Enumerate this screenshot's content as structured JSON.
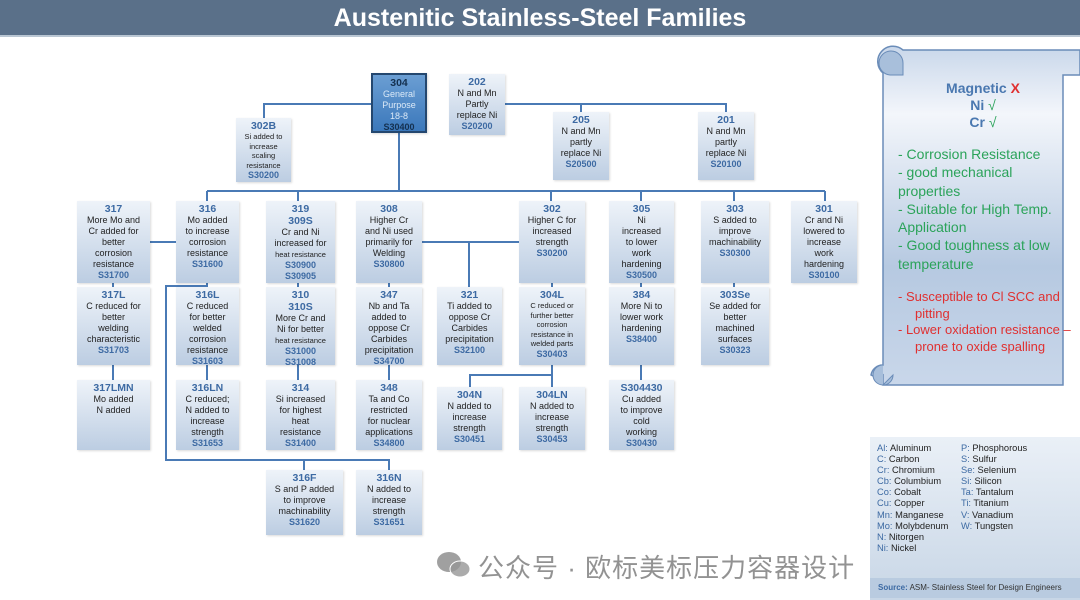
{
  "title": "Austenitic Stainless-Steel Families",
  "boxes": {
    "b304": {
      "codes": [
        "304"
      ],
      "desc": "General\nPurpose\n18-8",
      "uns": [
        "S30400"
      ]
    },
    "b202": {
      "codes": [
        "202"
      ],
      "desc": "N and Mn\nPartly\nreplace Ni",
      "uns": [
        "S20200"
      ]
    },
    "b302B": {
      "codes": [
        "302B"
      ],
      "desc": "Si added to\nincrease\nscaling\nresistance",
      "uns": [
        "S30200"
      ]
    },
    "b205": {
      "codes": [
        "205"
      ],
      "desc": "N and Mn\npartly\nreplace Ni",
      "uns": [
        "S20500"
      ]
    },
    "b201": {
      "codes": [
        "201"
      ],
      "desc": "N and Mn\npartly\nreplace Ni",
      "uns": [
        "S20100"
      ]
    },
    "b317": {
      "codes": [
        "317"
      ],
      "desc": "More Mo and\nCr added for\nbetter\ncorrosion\nresistance",
      "uns": [
        "S31700"
      ]
    },
    "b316": {
      "codes": [
        "316"
      ],
      "desc": "Mo added\nto increase\ncorrosion\nresistance",
      "uns": [
        "S31600"
      ]
    },
    "b319": {
      "codes": [
        "319",
        "309S"
      ],
      "desc": "Cr and Ni\nincreased for\nheat resistance",
      "uns": [
        "S30900",
        "S30905"
      ]
    },
    "b308": {
      "codes": [
        "308"
      ],
      "desc": "Higher Cr\nand Ni used\nprimarily for\nWelding",
      "uns": [
        "S30800"
      ]
    },
    "b302": {
      "codes": [
        "302"
      ],
      "desc": "Higher C for\nincreased\nstrength\n ",
      "uns": [
        "S30200"
      ]
    },
    "b305": {
      "codes": [
        "305"
      ],
      "desc": "Ni\nincreased\nto lower\nwork\nhardening",
      "uns": [
        "S30500"
      ]
    },
    "b303": {
      "codes": [
        "303"
      ],
      "desc": "S added to\nimprove\nmachinability",
      "uns": [
        "S30300"
      ]
    },
    "b301": {
      "codes": [
        "301"
      ],
      "desc": "Cr and Ni\nlowered to\nincrease\nwork\nhardening",
      "uns": [
        "S30100"
      ]
    },
    "b317L": {
      "codes": [
        "317L"
      ],
      "desc": "C reduced for\nbetter\nwelding\ncharacteristic",
      "uns": [
        "S31703"
      ]
    },
    "b316L": {
      "codes": [
        "316L"
      ],
      "desc": "C reduced\nfor better\nwelded\ncorrosion\nresistance",
      "uns": [
        "S31603"
      ]
    },
    "b310": {
      "codes": [
        "310",
        "310S"
      ],
      "desc": "More Cr and\nNi for better\nheat resistance",
      "uns": [
        "S31000",
        "S31008"
      ]
    },
    "b347": {
      "codes": [
        "347"
      ],
      "desc": "Nb and Ta\nadded to\noppose Cr\nCarbides\nprecipitation",
      "uns": [
        "S34700"
      ]
    },
    "b321": {
      "codes": [
        "321"
      ],
      "desc": "Ti added to\noppose Cr\nCarbides\nprecipitation",
      "uns": [
        "S32100"
      ]
    },
    "b304L": {
      "codes": [
        "304L"
      ],
      "desc": "C reduced or\nfurther better\ncorrosion\nresistance in\nwelded parts",
      "uns": [
        "S30403"
      ]
    },
    "b384": {
      "codes": [
        "384"
      ],
      "desc": "More Ni to\nlower work\nhardening",
      "uns": [
        "S38400"
      ]
    },
    "b303Se": {
      "codes": [
        "303Se"
      ],
      "desc": "Se added for\nbetter\nmachined\nsurfaces",
      "uns": [
        "S30323"
      ]
    },
    "b317LMN": {
      "codes": [
        "317LMN"
      ],
      "desc": "Mo added\nN added",
      "uns": []
    },
    "b316LN": {
      "codes": [
        "316LN"
      ],
      "desc": "C reduced;\nN added to\nincrease\nstrength",
      "uns": [
        "S31653"
      ]
    },
    "b314": {
      "codes": [
        "314"
      ],
      "desc": "Si increased\nfor highest\nheat\nresistance",
      "uns": [
        "S31400"
      ]
    },
    "b348": {
      "codes": [
        "348"
      ],
      "desc": "Ta and Co\nrestricted\nfor nuclear\napplications",
      "uns": [
        "S34800"
      ]
    },
    "b304N": {
      "codes": [
        "304N"
      ],
      "desc": "N added to\nincrease\nstrength",
      "uns": [
        "S30451"
      ]
    },
    "b304LN": {
      "codes": [
        "304LN"
      ],
      "desc": "N added to\nincrease\nstrength",
      "uns": [
        "S30453"
      ]
    },
    "bS304430": {
      "codes": [
        "S304430"
      ],
      "desc": "Cu added\nto improve\ncold\nworking",
      "uns": [
        "S30430"
      ]
    },
    "b316F": {
      "codes": [
        "316F"
      ],
      "desc": "S and P added\nto improve\nmachinability",
      "uns": [
        "S31620"
      ]
    },
    "b316N": {
      "codes": [
        "316N"
      ],
      "desc": "N added to\nincrease\nstrength",
      "uns": [
        "S31651"
      ]
    }
  },
  "properties": {
    "magnetic_label": "Magnetic",
    "magnetic_mark": "X",
    "ni_label": "Ni",
    "ni_mark": "√",
    "cr_label": "Cr",
    "cr_mark": "√",
    "pros": [
      "- Corrosion Resistance",
      "- good mechanical properties",
      "- Suitable for High Temp. Application",
      "- Good toughness at low temperature"
    ],
    "cons": [
      "-    Susceptible to Cl SCC and pitting",
      "-    Lower oxidation resistance – prone to oxide spalling"
    ],
    "colors": {
      "pros": "#2ba35a",
      "cons": "#e03030",
      "header": "#4a78b0"
    }
  },
  "legend": {
    "left": [
      [
        "Al",
        "Aluminum"
      ],
      [
        "C",
        "Carbon"
      ],
      [
        "Cr",
        "Chromium"
      ],
      [
        "Cb",
        "Columbium"
      ],
      [
        "Co",
        "Cobalt"
      ],
      [
        "Cu",
        "Copper"
      ],
      [
        "Mn",
        "Manganese"
      ],
      [
        "Mo",
        "Molybdenum"
      ],
      [
        "N",
        "Nitorgen"
      ],
      [
        "Ni",
        "Nickel"
      ]
    ],
    "right": [
      [
        "P",
        "Phosphorous"
      ],
      [
        "S",
        "Sulfur"
      ],
      [
        "Se",
        "Selenium"
      ],
      [
        "Si",
        "Silicon"
      ],
      [
        "Ta",
        "Tantalum"
      ],
      [
        "Ti",
        "Titanium"
      ],
      [
        "V",
        "Vanadium"
      ],
      [
        "W",
        "Tungsten"
      ]
    ]
  },
  "source": {
    "label": "Source:",
    "text": "ASM- Stainless Steel for Design Engineers"
  },
  "watermark": "公众号 · 欧标美标压力容器设计"
}
